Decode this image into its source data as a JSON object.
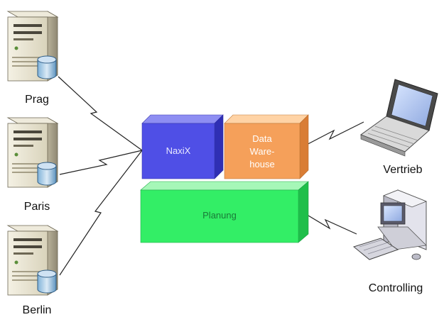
{
  "nodes": {
    "prag": "Prag",
    "paris": "Paris",
    "berlin": "Berlin",
    "vertrieb": "Vertrieb",
    "controlling": "Controlling"
  },
  "blocks": {
    "naxix": "NaxiX",
    "data_warehouse": [
      "Data",
      "Ware-",
      "house"
    ],
    "planung": "Planung"
  },
  "colors": {
    "naxix": "#4f4fe6",
    "data_warehouse": "#f5a05a",
    "planung": "#33ee66",
    "connector": "#222222"
  }
}
